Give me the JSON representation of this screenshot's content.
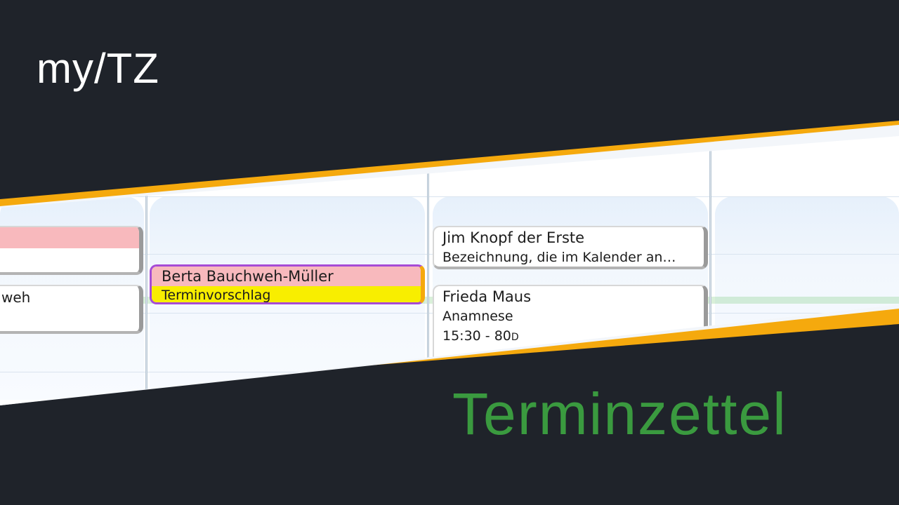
{
  "brand": {
    "logo_text": "my/TZ"
  },
  "headline": "Terminzettel",
  "colors": {
    "background": "#1f232a",
    "accent_yellow": "#f5a90d",
    "title_green": "#3a9a3f",
    "proposal_yellow": "#f8ee00",
    "pink": "#f8b9bd",
    "purple": "#a64bd6"
  },
  "calendar": {
    "appointments": [
      {
        "id": "left-top",
        "line1": "",
        "line2": ""
      },
      {
        "id": "left-bottom",
        "line1": "weh",
        "line2": ""
      },
      {
        "id": "berta",
        "name": "Berta Bauchweh-Müller",
        "status": "Terminvorschlag"
      },
      {
        "id": "jim",
        "name": "Jim Knopf der Erste",
        "description": "Bezeichnung, die im Kalender an…"
      },
      {
        "id": "frieda",
        "name": "Frieda Maus",
        "type": "Anamnese",
        "time": "15:30 - 80",
        "unit": "D"
      }
    ]
  }
}
